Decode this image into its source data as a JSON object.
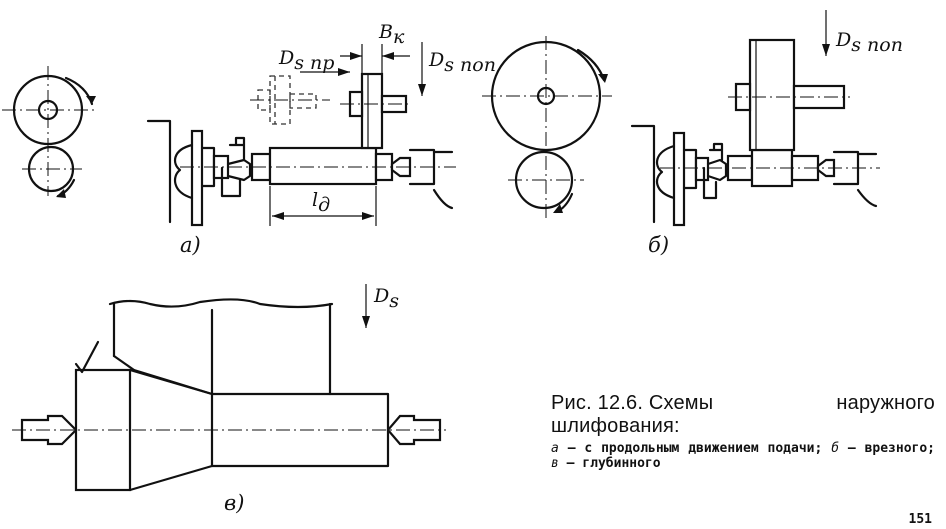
{
  "figure": {
    "labels": {
      "ds_pr_base": "D",
      "ds_pr_sub": "s пр",
      "bk_base": "B",
      "bk_sub": "к",
      "ds_pop_a_base": "D",
      "ds_pop_a_sub": "s поп",
      "la_base": "l",
      "la_sub": "д",
      "ds_pop_b_base": "D",
      "ds_pop_b_sub": "s поп",
      "ds_v_base": "D",
      "ds_v_sub": "s"
    },
    "subcaptions": {
      "a": "а)",
      "b": "б)",
      "v": "в)"
    }
  },
  "caption": {
    "title_part1": "Рис. 12.6. Схемы",
    "title_part2": "наружного",
    "title_line2": "шлифования:",
    "body_a_key": "а",
    "body_a_text": " — с продольным движением подачи;",
    "body_b_key": "б",
    "body_b_text": " — врезного;",
    "body_v_key": "в",
    "body_v_text": " — глубинного"
  },
  "page_number": "151"
}
